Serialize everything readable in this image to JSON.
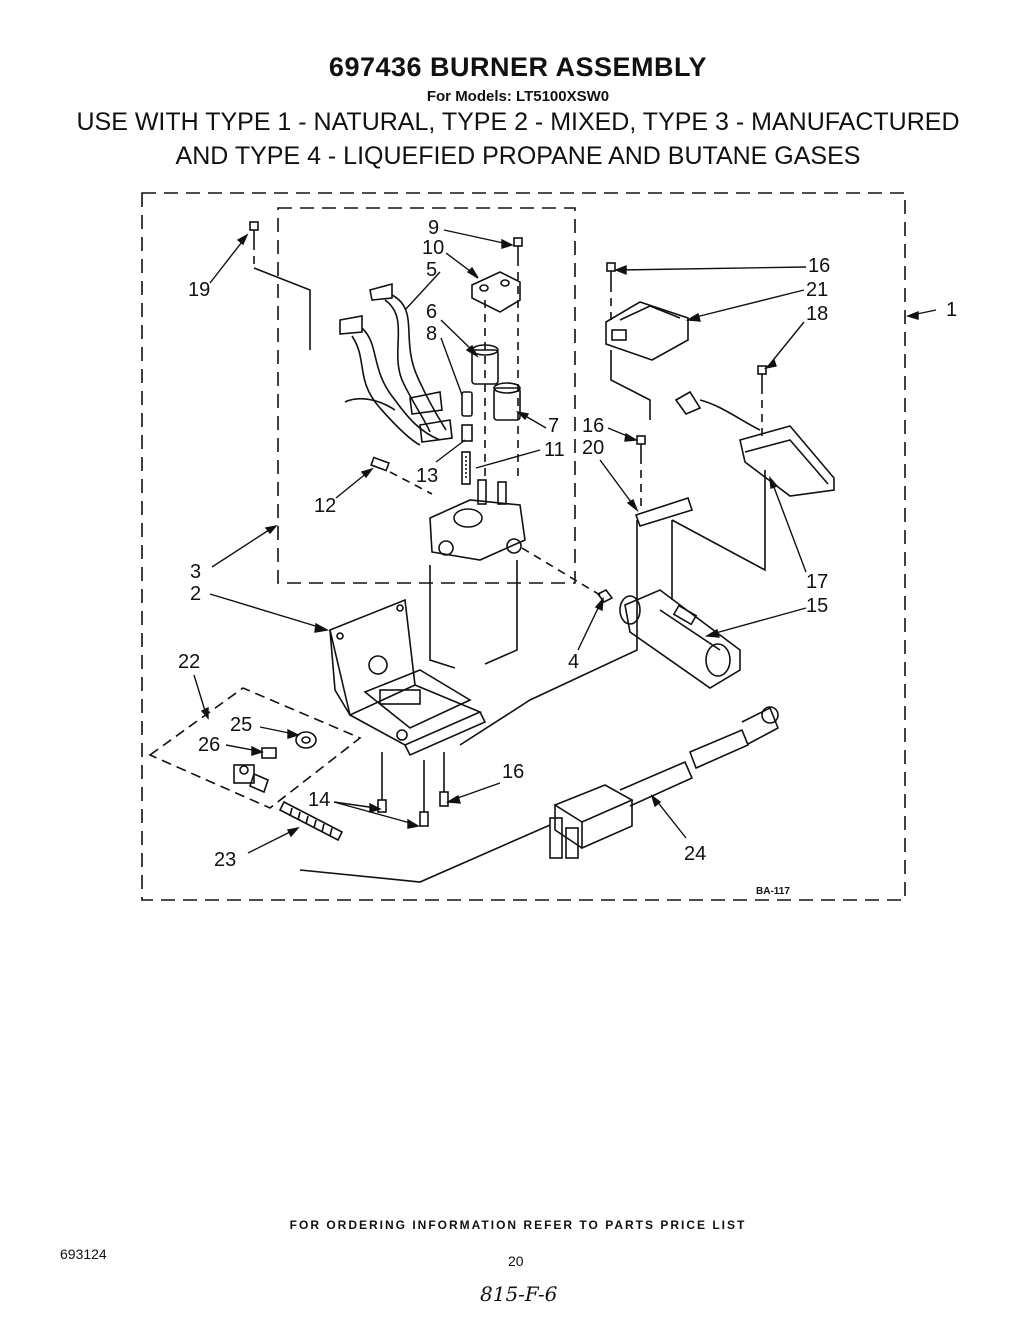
{
  "title": "697436 BURNER ASSEMBLY",
  "models_line": "For Models: LT5100XSW0",
  "use_line_1": "USE WITH TYPE 1 - NATURAL, TYPE 2 -  MIXED, TYPE 3 - MANUFACTURED",
  "use_line_2": "AND TYPE 4 - LIQUEFIED PROPANE AND BUTANE GASES",
  "figure_code": "BA-117",
  "callouts": {
    "c1": "1",
    "c2": "2",
    "c3": "3",
    "c4": "4",
    "c5": "5",
    "c6": "6",
    "c7": "7",
    "c8": "8",
    "c9": "9",
    "c10": "10",
    "c11": "11",
    "c12": "12",
    "c13": "13",
    "c14": "14",
    "c15": "15",
    "c16a": "16",
    "c16b": "16",
    "c16c": "16",
    "c17": "17",
    "c18": "18",
    "c19": "19",
    "c20": "20",
    "c21": "21",
    "c22": "22",
    "c23": "23",
    "c24": "24",
    "c25": "25",
    "c26": "26"
  },
  "footer": {
    "ordering_info": "FOR ORDERING INFORMATION REFER TO PARTS PRICE LIST",
    "doc_number": "693124",
    "page_number": "20",
    "handwritten_note": "815-F-6"
  }
}
